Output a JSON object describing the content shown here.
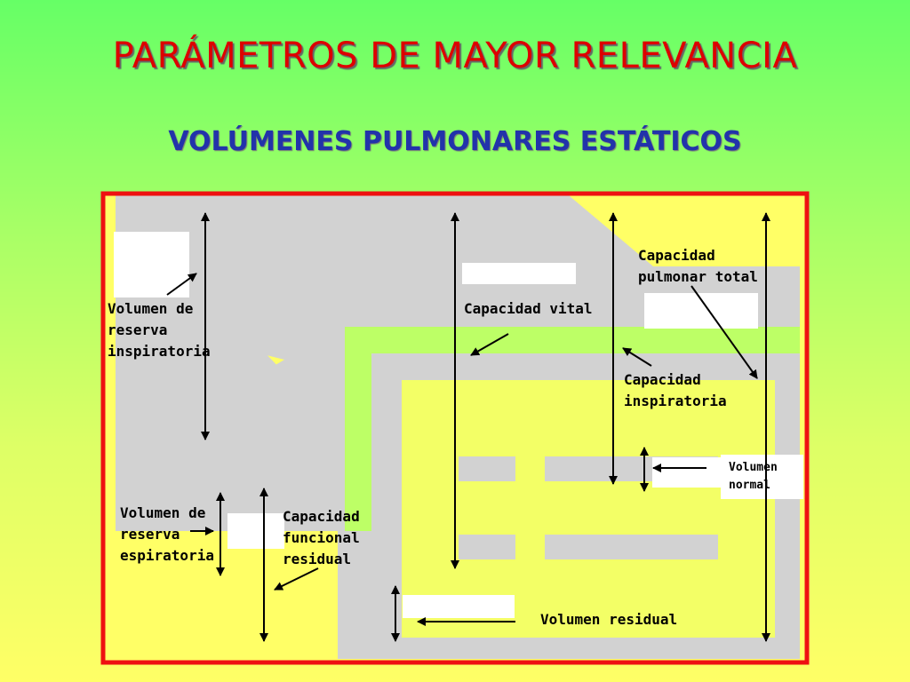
{
  "slide": {
    "title": "PARÁMETROS DE MAYOR RELEVANCIA",
    "subtitle": "VOLÚMENES PULMONARES ESTÁTICOS"
  },
  "colors": {
    "frame": "#ee1111",
    "gray": "#d2d2d2",
    "panel_yellow": "#f3ff66",
    "panel_green": "#bdff66",
    "box_white": "#ffffff",
    "title_red": "#dd0000",
    "subtitle_blue": "#2233aa"
  },
  "labels": {
    "volumen_reserva_inspiratoria": "Volumen de\nreserva\ninspiratoria",
    "capacidad_vital": "Capacidad vital",
    "capacidad_pulmonar_total": "Capacidad\npulmonar total",
    "capacidad_inspiratoria": "Capacidad\ninspiratoria",
    "volumen_normal": "Volumen\nnormal",
    "volumen_reserva_espiratoria": "Volumen de\nreserva\nespiratoria",
    "capacidad_funcional_residual": "Capacidad\nfuncional\nresidual",
    "volumen_residual": "Volumen residual"
  }
}
